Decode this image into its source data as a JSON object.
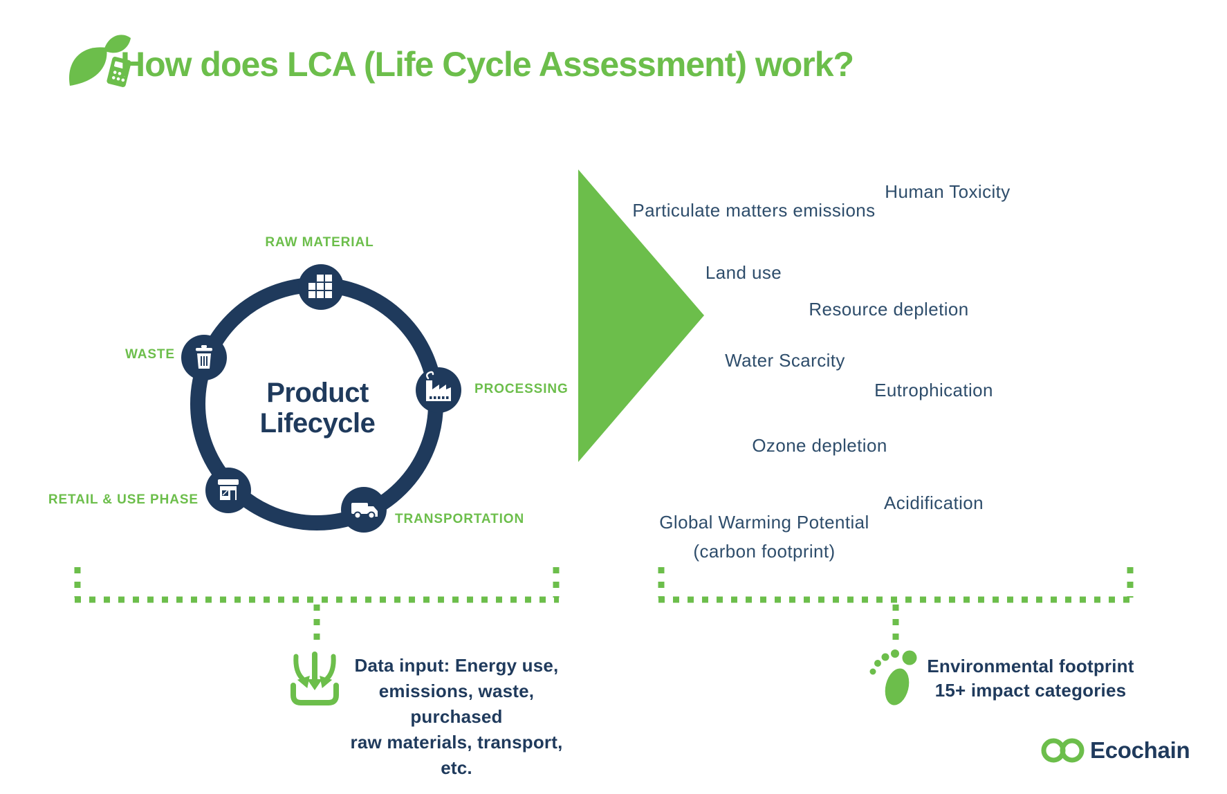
{
  "title": {
    "text": "How does LCA (Life Cycle Assessment) work?"
  },
  "colors": {
    "green": "#6cbe4b",
    "navy": "#1f3a5c",
    "steel_text": "#2e4d6b"
  },
  "lifecycle": {
    "center": {
      "line1": "Product",
      "line2": "Lifecycle"
    },
    "stages": [
      {
        "label": "RAW MATERIAL",
        "icon": "blocks-icon"
      },
      {
        "label": "PROCESSING",
        "icon": "factory-icon"
      },
      {
        "label": "TRANSPORTATION",
        "icon": "truck-icon"
      },
      {
        "label": "RETAIL & USE PHASE",
        "icon": "storefront-icon"
      },
      {
        "label": "WASTE",
        "icon": "trash-icon"
      }
    ]
  },
  "impact_categories": {
    "items": [
      {
        "label": "Human Toxicity"
      },
      {
        "label": "Particulate matters emissions"
      },
      {
        "label": "Land use"
      },
      {
        "label": "Resource depletion"
      },
      {
        "label": "Water Scarcity"
      },
      {
        "label": "Eutrophication"
      },
      {
        "label": "Ozone depletion"
      },
      {
        "label": "Acidification"
      },
      {
        "label": "Global Warming Potential",
        "sublabel": "(carbon footprint)"
      }
    ]
  },
  "data_input": {
    "line1": "Data input: Energy use,",
    "line2": "emissions, waste, purchased",
    "line3": "raw materials, transport, etc."
  },
  "footprint": {
    "line1": "Environmental footprint",
    "line2": "15+ impact categories"
  },
  "logo": {
    "name": "Ecochain"
  }
}
